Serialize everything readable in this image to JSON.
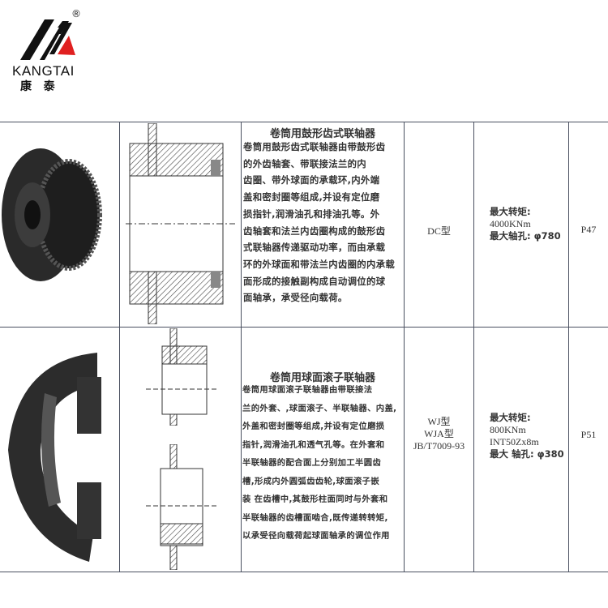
{
  "logo": {
    "brand": "KANGTAI",
    "chinese": "康   泰",
    "registered": "®",
    "accent": "#e02020"
  },
  "rows": [
    {
      "title": "卷筒用鼓形齿式联轴器",
      "description": [
        "卷筒用鼓形齿式联轴器由带鼓形齿",
        "的外齿轴套、带联接法兰的内",
        "齿圈、带外球面的承载环,内外端",
        "盖和密封圈等组成,并设有定位磨",
        "损指针,润滑油孔和排油孔等。外",
        "齿轴套和法兰内齿圈构成的鼓形齿",
        "式联轴器传递驱动功率，而由承载",
        "环的外球面和带法兰内齿圈的内承载",
        "面形成的接触副构成自动调位的球",
        "面轴承，承受径向载荷。"
      ],
      "model": [
        "DC型"
      ],
      "specs": [
        {
          "text": "最大转矩:",
          "bold": true
        },
        {
          "text": "4000KNm",
          "bold": false
        },
        {
          "text": "最大轴孔: φ780",
          "bold": true
        }
      ],
      "page": "P47"
    },
    {
      "title": "卷筒用球面滚子联轴器",
      "description": [
        "卷筒用球面滚子联轴器由带联接法",
        "兰的外套、,球面滚子、半联轴器、内盖,",
        "外盖和密封圈等组成,并设有定位磨损",
        "指针,润滑油孔和透气孔等。在外套和",
        "半联轴器的配合面上分别加工半圆齿",
        "槽,形成内外圆弧齿齿轮,球面滚子嵌",
        "装 在齿槽中,其鼓形柱面同时与外套和",
        "半联轴器的齿槽面啮合,既传递转转矩,",
        "以承受径向载荷起球面轴承的调位作用"
      ],
      "model": [
        "WJ型",
        "WJA型",
        "JB/T7009-93"
      ],
      "specs": [
        {
          "text": "最大转矩:",
          "bold": true
        },
        {
          "text": "800KNm",
          "bold": false
        },
        {
          "text": "INT50Zx8m",
          "bold": false
        },
        {
          "text": "最大 轴孔: φ380",
          "bold": true
        }
      ],
      "page": "P51"
    }
  ]
}
